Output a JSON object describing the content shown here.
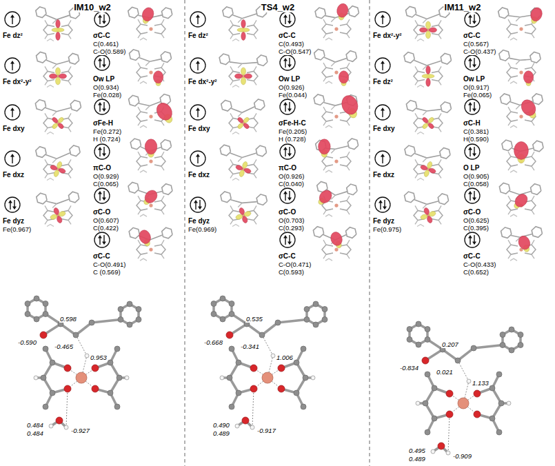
{
  "diagram": {
    "labels": [
      "IM10_w2",
      "Fe dz²",
      "Fe dx²-y²",
      "Fe dxy",
      "Fe dxz",
      "Fe dyz",
      "Fe(0.967)",
      "σC-C",
      "C(0.461)",
      "C-O(0.589)",
      "Ow LP",
      "O(0.934)",
      "Fe(0.028)",
      "σFe-H",
      "Fe(0.272)",
      "H (0.724)",
      "πC-O",
      "O(0.929)",
      "C(0.065)",
      "σC-O",
      "O(0.607)",
      "C(0.422)",
      "σC-C",
      "C-O(0.491)",
      "C (0.569)",
      "0.598",
      "-0.590",
      "-0.465",
      "0.953",
      "0.484",
      "0.484",
      "-0.927",
      "TS4_w2",
      "Fe dz²",
      "Fe dx²-y²",
      "Fe dxy",
      "Fe dxz",
      "Fe dyz",
      "Fe(0.969)",
      "σC-C",
      "C(0.493)",
      "C-O(0.547)",
      "Ow LP",
      "O(0.926)",
      "Fe(0.044)",
      "σFe-H-C",
      "Fe(0.205)",
      "H (0.728)",
      "πC-O",
      "O(0.926)",
      "C(0.040)",
      "σC-O",
      "O(0.703)",
      "C(0.293)",
      "σC-C",
      "C-O(0.471)",
      "C(0.593)",
      "-0.668",
      "0.535",
      "-0.341",
      "1.006",
      "0.490",
      "0.489",
      "-0.917",
      "IM11_w2",
      "Fe dx²-y²",
      "Fe dz²",
      "Fe dxy",
      "Fe dxz",
      "Fe dyz",
      "Fe(0.975)",
      "σC-C",
      "C(0.567)",
      "C-O(0.437)",
      "Ow LP",
      "O(0.917)",
      "Fe(0.065)",
      "σC-H",
      "C(0.381)",
      "H(0.590)",
      "O LP",
      "O(0.905)",
      "C(0.058)",
      "σC-O",
      "O(0.625)",
      "C(0.395)",
      "σC-C",
      "C-O(0.433)",
      "C(0.652)",
      "0.207",
      "-0.834",
      "0.021",
      "1.133",
      "0.495",
      "0.489",
      "-0.909"
    ]
  }
}
